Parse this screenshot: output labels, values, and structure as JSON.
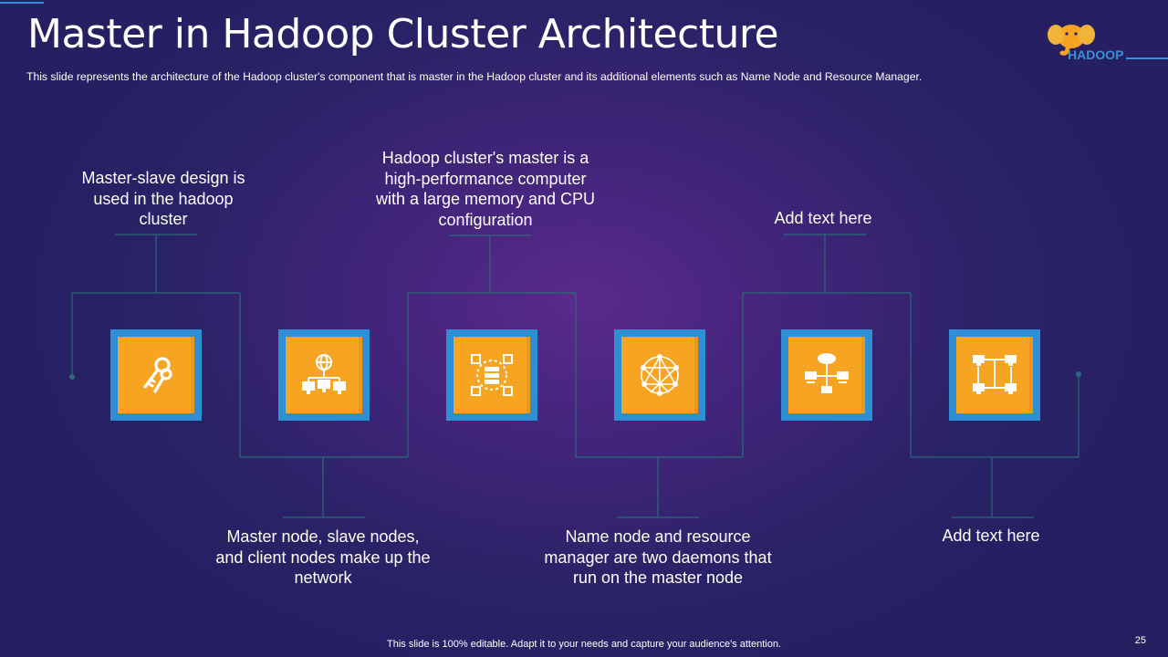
{
  "slide": {
    "title": "Master in Hadoop Cluster Architecture",
    "subtitle": "This slide represents the architecture of the Hadoop cluster's component that is master in the Hadoop cluster and its additional elements such as Name Node and Resource Manager.",
    "logo_text": "HADOOP",
    "footer": "This slide is 100% editable. Adapt it to your needs and capture your audience's attention.",
    "page_number": "25"
  },
  "colors": {
    "background": "#2b2268",
    "accent_orange": "#f7a423",
    "accent_blue": "#2f8fd4",
    "connector": "#2a6a7a"
  },
  "items": [
    {
      "icon": "keys-icon",
      "label": "Master-slave design is used in the hadoop cluster",
      "position": "top"
    },
    {
      "icon": "network-globe-icon",
      "label": "Master node, slave nodes, and client nodes make up the network",
      "position": "bottom"
    },
    {
      "icon": "server-hub-icon",
      "label": "Hadoop cluster's master is a high-performance computer with a large memory and CPU configuration",
      "position": "top"
    },
    {
      "icon": "network-mesh-icon",
      "label": "Name node and resource manager are two daemons that run on the master node",
      "position": "bottom"
    },
    {
      "icon": "cloud-network-icon",
      "label": "Add text here",
      "position": "top"
    },
    {
      "icon": "computer-network-icon",
      "label": "Add text here",
      "position": "bottom"
    }
  ]
}
